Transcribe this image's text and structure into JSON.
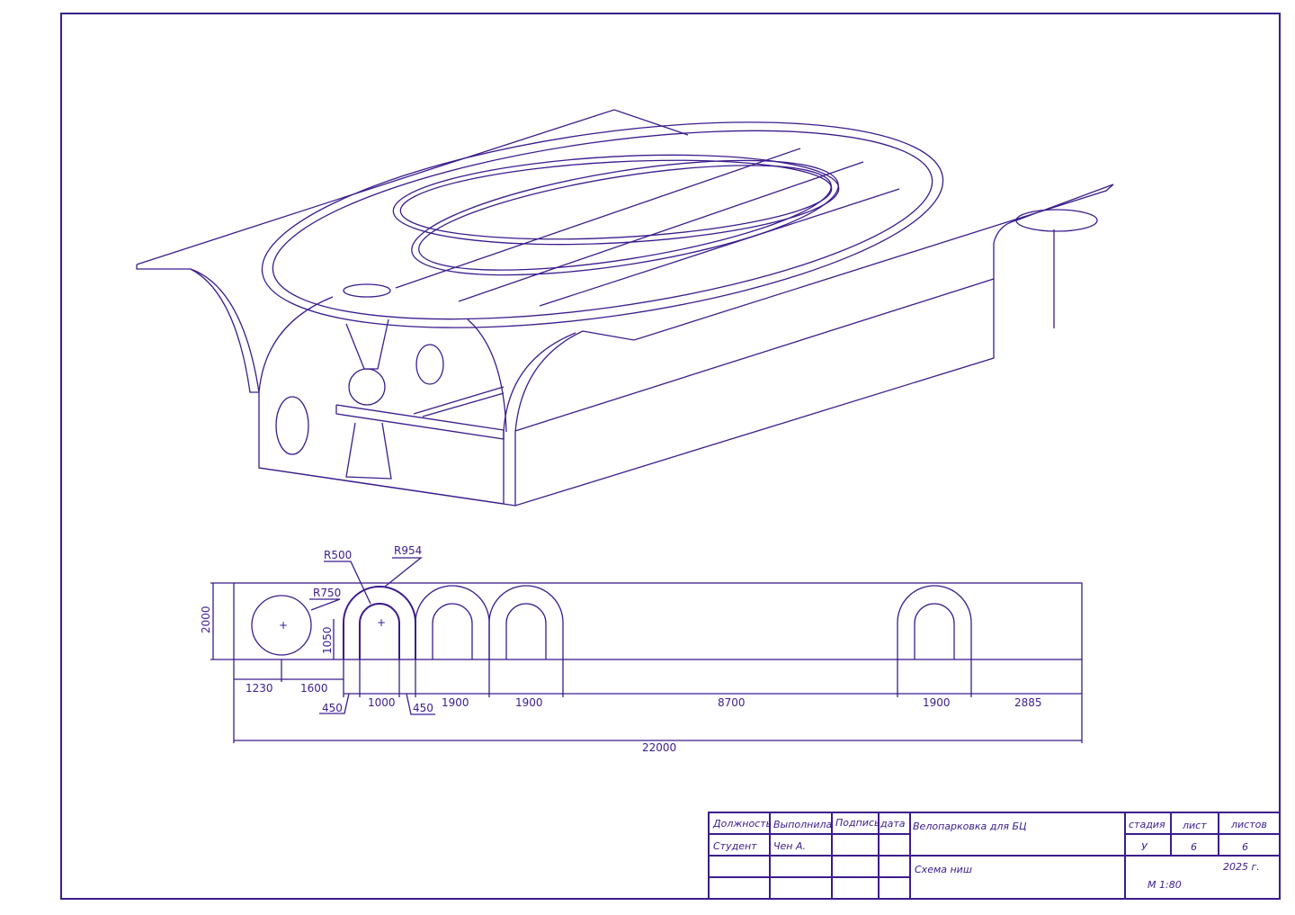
{
  "drawing": {
    "color": "#3b1c8c",
    "elevation": {
      "radius_labels": [
        "R500",
        "R954",
        "R750"
      ],
      "height": "2000",
      "arch_height": "1050",
      "dims_row1": [
        "1230",
        "1600"
      ],
      "dims_row2": [
        "450",
        "1000",
        "450",
        "1900",
        "1900",
        "8700",
        "1900",
        "2885"
      ],
      "total": "22000"
    }
  },
  "title_block": {
    "headers": {
      "position": "Должность",
      "performed": "Выполнила",
      "signature": "Подпись",
      "date": "дата"
    },
    "role": "Студент",
    "author": "Чен А.",
    "project": "Велопарковка для БЦ",
    "sheet_title": "Схема ниш",
    "stage_label": "стадия",
    "sheet_label": "лист",
    "sheets_label": "листов",
    "stage": "У",
    "sheet": "6",
    "sheets": "6",
    "year": "2025 г.",
    "scale": "М 1:80"
  }
}
